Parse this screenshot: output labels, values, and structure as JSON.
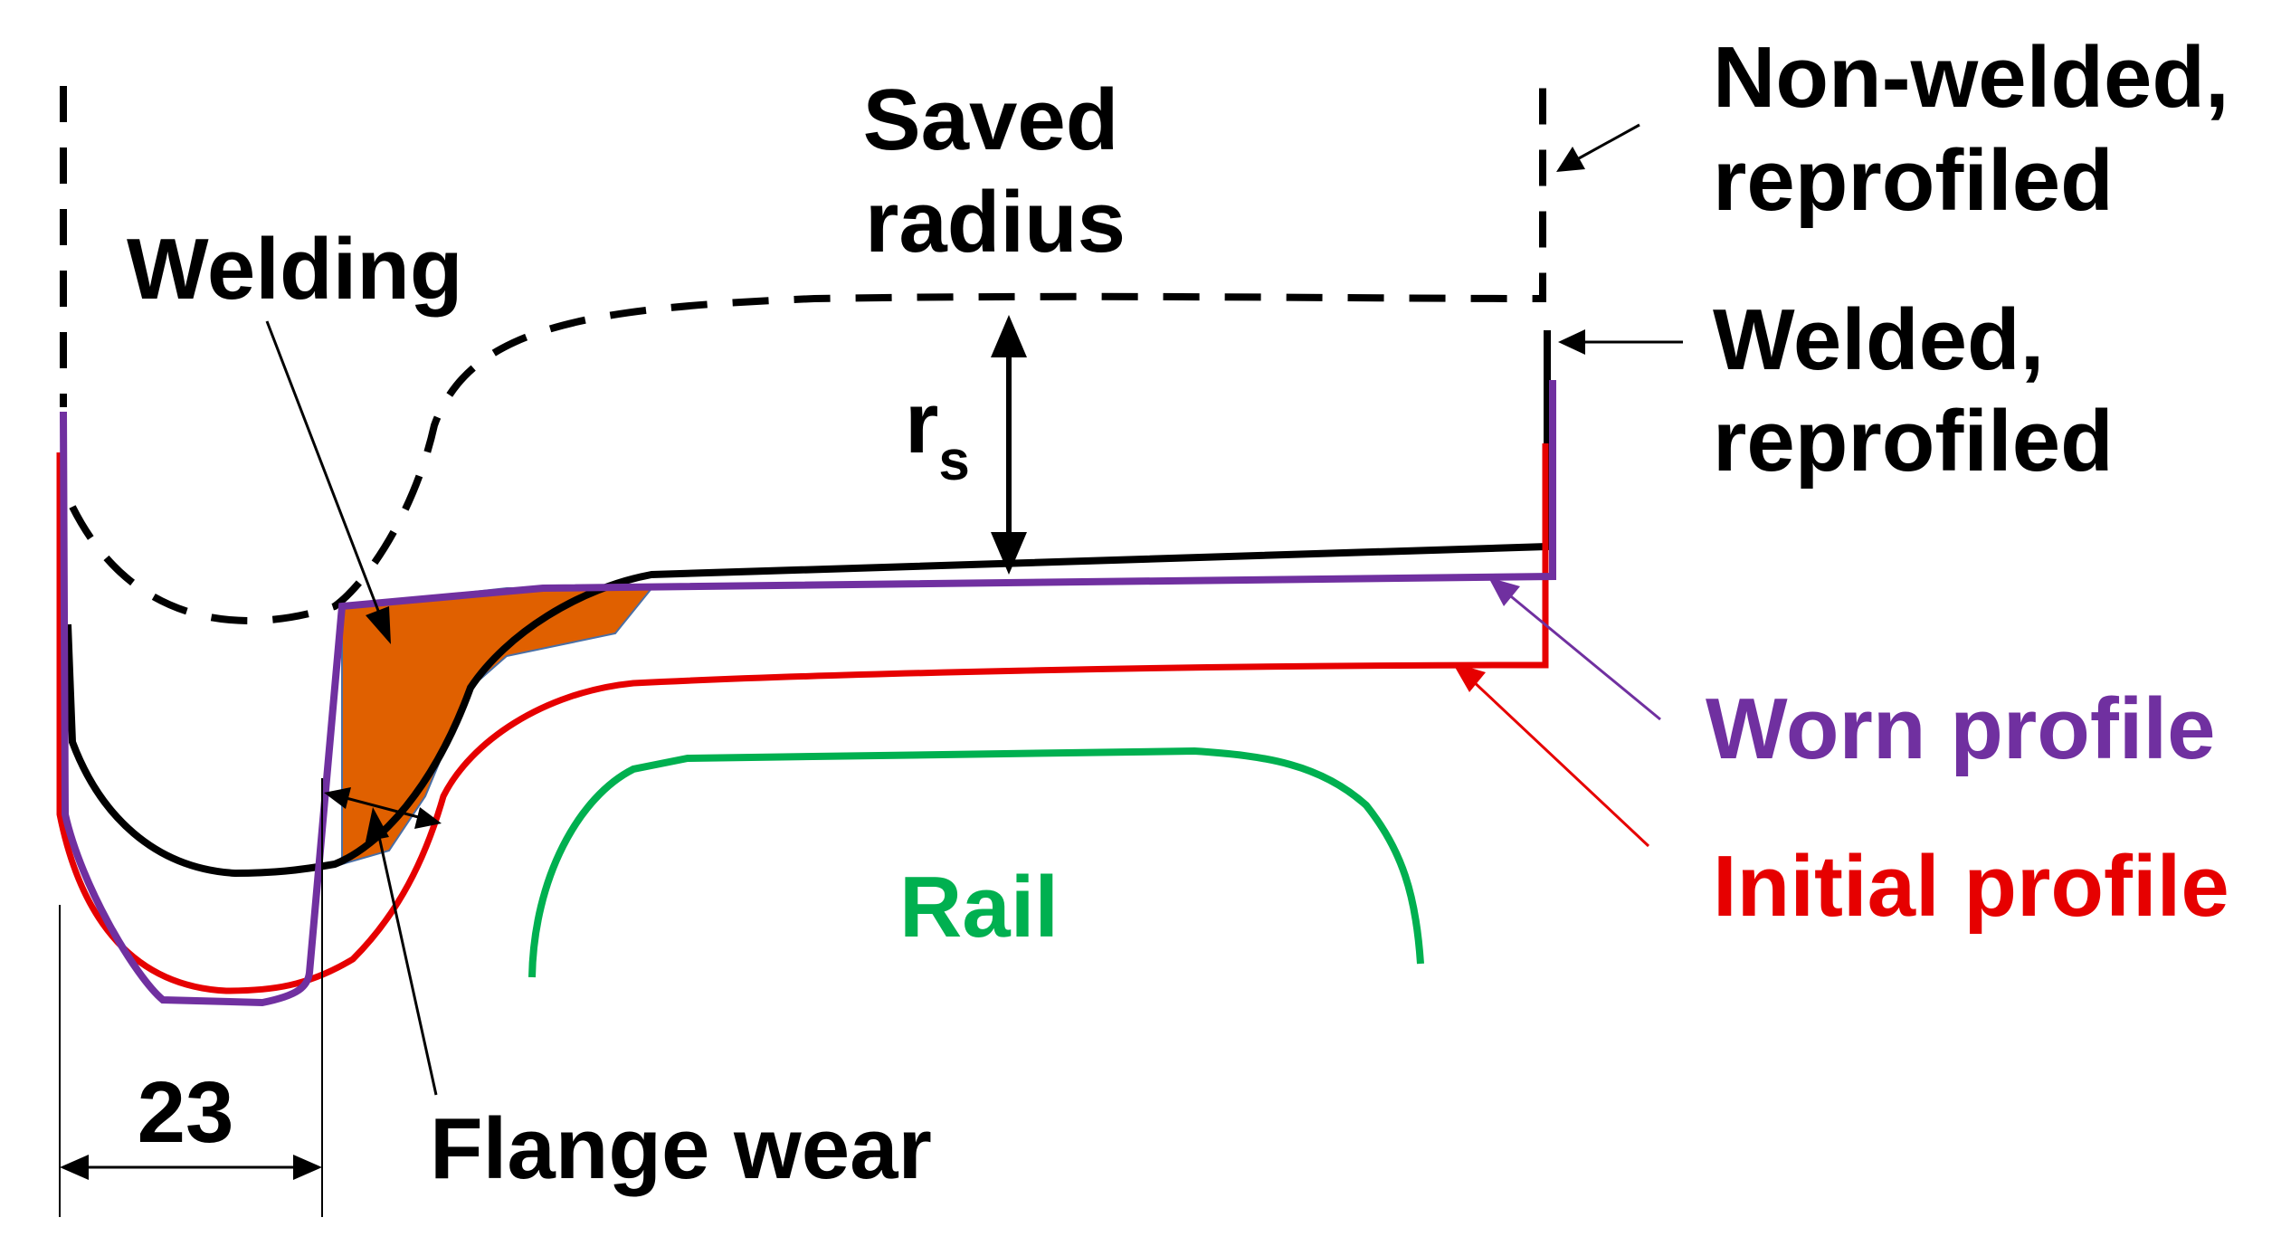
{
  "labels": {
    "saved_radius_line1": "Saved",
    "saved_radius_line2": "radius",
    "welding": "Welding",
    "non_welded_line1": "Non-welded,",
    "non_welded_line2": "reprofiled",
    "welded_line1": "Welded,",
    "welded_line2": "reprofiled",
    "rs_main": "r",
    "rs_sub": "s",
    "worn_profile": "Worn profile",
    "initial_profile": "Initial profile",
    "rail": "Rail",
    "flange_wear": "Flange wear",
    "dimension": "23"
  },
  "colors": {
    "non_welded": "#000000",
    "welded": "#000000",
    "worn": "#7030a0",
    "initial": "#e60000",
    "rail": "#00b050",
    "welding_fill": "#e06000"
  }
}
